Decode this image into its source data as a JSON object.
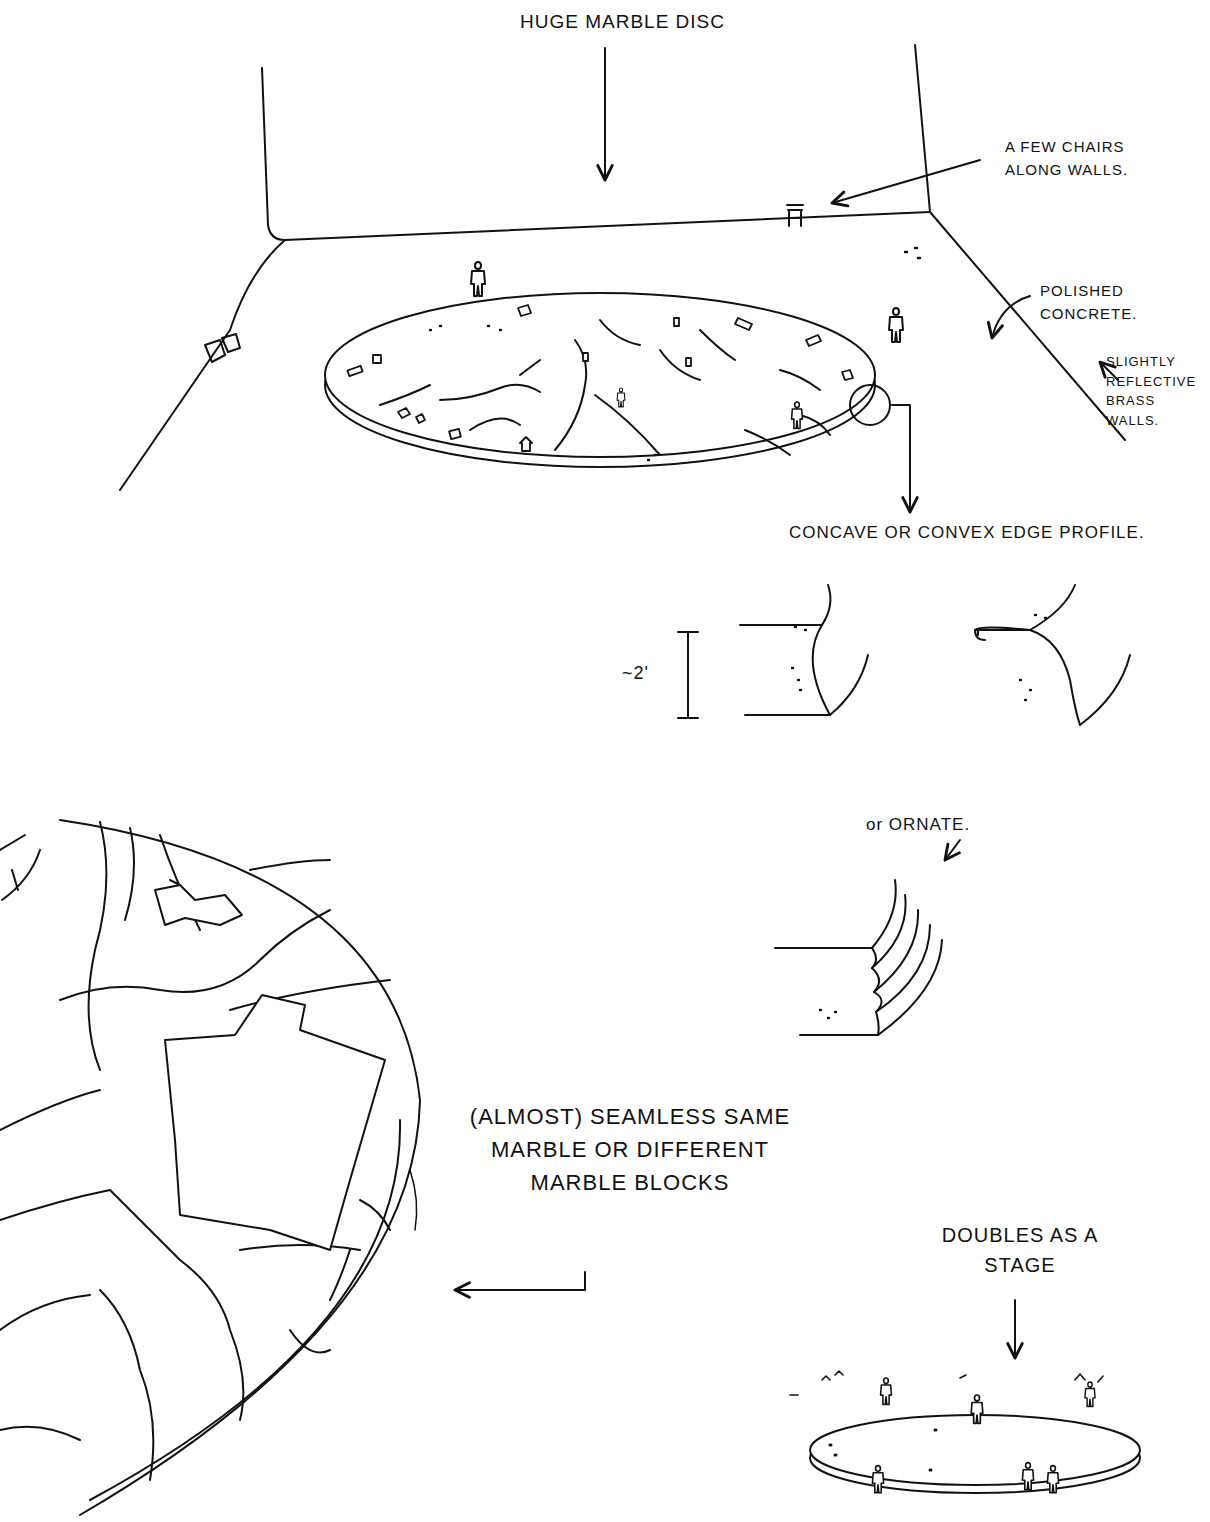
{
  "diagram": {
    "labels": [
      "HUGE MARBLE DISC",
      "A FEW CHAIRS ALONG WALLS.",
      "POLISHED CONCRETE.",
      "SLIGHTLY REFLECTIVE BRASS WALLS.",
      "CONCAVE OR CONVEX EDGE PROFILE.",
      "~2'",
      "or ORNATE.",
      "(ALMOST) SEAMLESS SAME MARBLE OR DIFFERENT MARBLE BLOCKS",
      "DOUBLES AS A STAGE"
    ]
  }
}
